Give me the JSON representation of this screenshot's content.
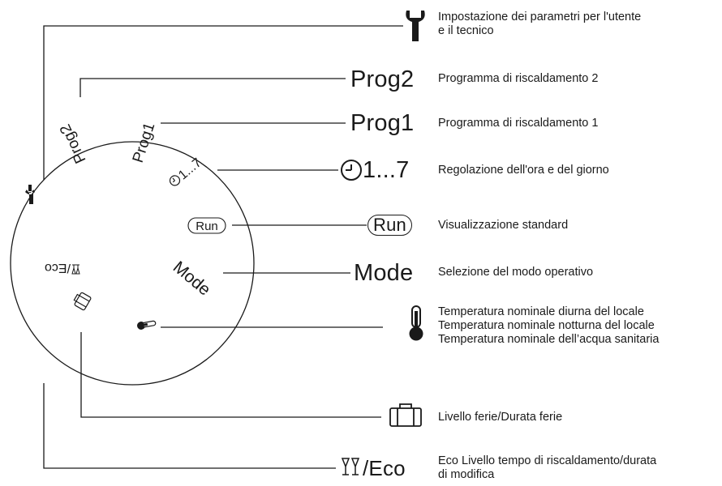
{
  "diagram": {
    "dial": {
      "prog2": "Prog2",
      "prog1": "Prog1",
      "clock": "1...7",
      "run": "Run",
      "mode": "Mode",
      "eco": "/Eco"
    },
    "labels": {
      "prog2": "Prog2",
      "prog1": "Prog1",
      "clock": "1...7",
      "run": "Run",
      "mode": "Mode",
      "eco": "/Eco"
    },
    "descriptions": {
      "wrench": [
        "Impostazione dei parametri per l'utente",
        "e il tecnico"
      ],
      "prog2": "Programma di riscaldamento 2",
      "prog1": "Programma di riscaldamento 1",
      "clock": "Regolazione dell'ora e del giorno",
      "run": "Visualizzazione standard",
      "mode": "Selezione del modo operativo",
      "thermometer": [
        "Temperatura nominale diurna del locale",
        "Temperatura nominale notturna del locale",
        "Temperatura nominale dell’acqua sanitaria"
      ],
      "suitcase": "Livello ferie/Durata ferie",
      "eco": [
        "Eco Livello tempo di riscaldamento/durata",
        "di modifica"
      ]
    },
    "icons": [
      "wrench-icon",
      "clock-icon",
      "thermometer-icon",
      "suitcase-icon",
      "glasses-icon"
    ],
    "line_color": "#1a1a1a"
  }
}
